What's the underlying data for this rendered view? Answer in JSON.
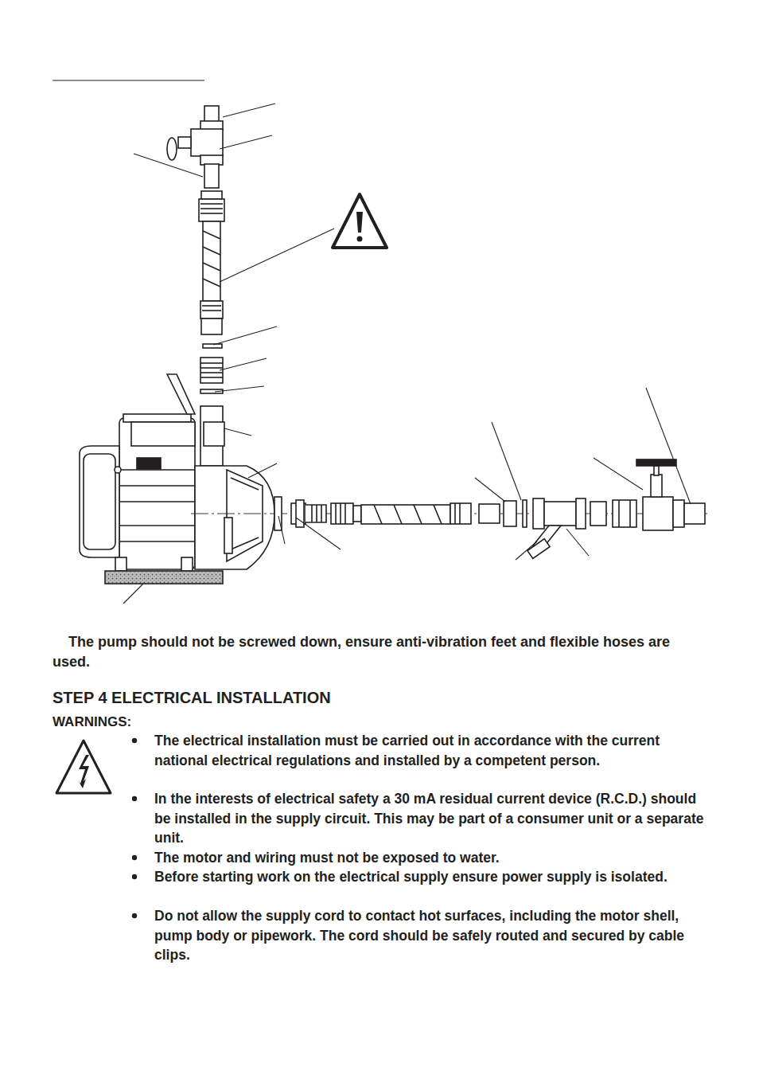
{
  "diagram": {
    "labels": [
      "The pump should not be screwed down, ensure anti-vibration feet and flexible hoses are used.",
      "STEP 4 ELECTRICAL INSTALLATION",
      "WARNINGS:",
      "The electrical installation must be carried out in accordance with the current national electrical regulations and installed by a competent person.",
      "In the interests of electrical safety a 30 mA residual current device (R.C.D.) should be installed in the supply circuit. This may be part of a consumer unit or a separate unit.",
      "The motor and wiring must not be exposed to water.",
      "Before starting work on the electrical supply ensure power supply is isolated.",
      "Do not allow the supply cord to contact hot surfaces, including the motor shell, pump body or pipework. The cord should be safely routed and secured by cable clips."
    ]
  }
}
